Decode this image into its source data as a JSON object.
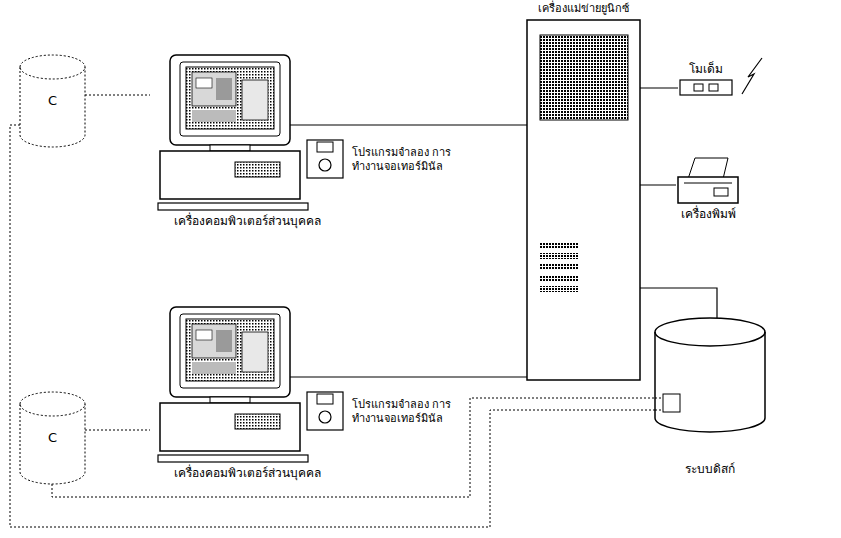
{
  "diagram": {
    "nodes": [
      {
        "text": [
          "เครื่องแม่ข่ายยูนิกซ์"
        ]
      },
      {
        "text": [
          "โมเด็ม"
        ]
      },
      {
        "text": [
          "C"
        ]
      },
      {
        "text": [
          "เครื่องคอมพิวเตอร์ส่วนบุคคล"
        ]
      },
      {
        "text": [
          "โปรแกรมจำลอง การทำงานจอเทอร์มินัล"
        ]
      },
      {
        "text": [
          "เครื่องพิมพ์"
        ]
      },
      {
        "text": [
          "เครื่องคอมพิวเตอร์ส่วนบุคคล"
        ]
      },
      {
        "text": [
          "โปรแกรมจำลอง การทำงานจอเทอร์มินัล"
        ]
      },
      {
        "text": [
          "C"
        ]
      },
      {
        "text": [
          "ระบบดิสก์"
        ]
      }
    ],
    "edges": [
      {
        "from": 3,
        "to": 0,
        "arrow": "none"
      },
      {
        "from": 0,
        "to": 1,
        "arrow": "none"
      },
      {
        "from": 0,
        "to": 5,
        "arrow": "none"
      },
      {
        "from": 0,
        "to": 9,
        "arrow": "none"
      },
      {
        "from": 6,
        "to": 0,
        "arrow": "none"
      },
      {
        "from": 2,
        "to": 3,
        "arrow": "none"
      },
      {
        "from": 2,
        "to": 9,
        "arrow": "none"
      },
      {
        "from": 8,
        "to": 6,
        "arrow": "none"
      },
      {
        "from": 8,
        "to": 9,
        "arrow": "none"
      }
    ]
  }
}
